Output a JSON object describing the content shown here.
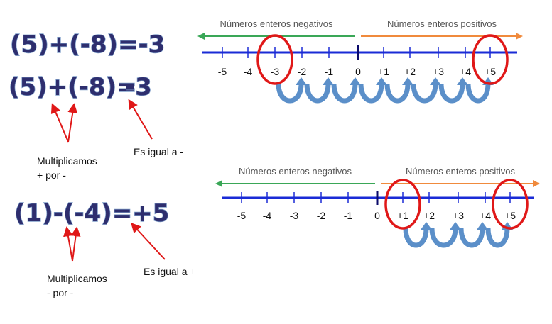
{
  "equations": {
    "eq1": "(5)+(-8)=-3",
    "eq2_left": "(5)+(-8)=",
    "eq2_right": "-3",
    "eq3": "(1)-(-4)=+5"
  },
  "notes": {
    "note1_line1": "Multiplicamos",
    "note1_line2": "+ por -",
    "note2": "Es igual a -",
    "note3_line1": "Multiplicamos",
    "note3_line2": "- por -",
    "note4": "Es igual a +"
  },
  "number_lines": [
    {
      "negative_label": "Números enteros negativos",
      "positive_label": "Números enteros positivos",
      "ticks": [
        "-5",
        "-4",
        "-3",
        "-2",
        "-1",
        "0",
        "+1",
        "+2",
        "+3",
        "+4",
        "+5"
      ],
      "circled": [
        "-3",
        "+5"
      ]
    },
    {
      "negative_label": "Números enteros negativos",
      "positive_label": "Números enteros positivos",
      "ticks": [
        "-5",
        "-4",
        "-3",
        "-2",
        "-1",
        "0",
        "+1",
        "+2",
        "+3",
        "+4",
        "+5"
      ],
      "circled": [
        "+1",
        "+5"
      ]
    }
  ],
  "colors": {
    "axis": "#1a2bd6",
    "negative_bar": "#3aa757",
    "positive_bar": "#f08a3c",
    "circle": "#e01818",
    "hop_arrow": "#5b8fc9",
    "pointer_arrow": "#e01818"
  }
}
